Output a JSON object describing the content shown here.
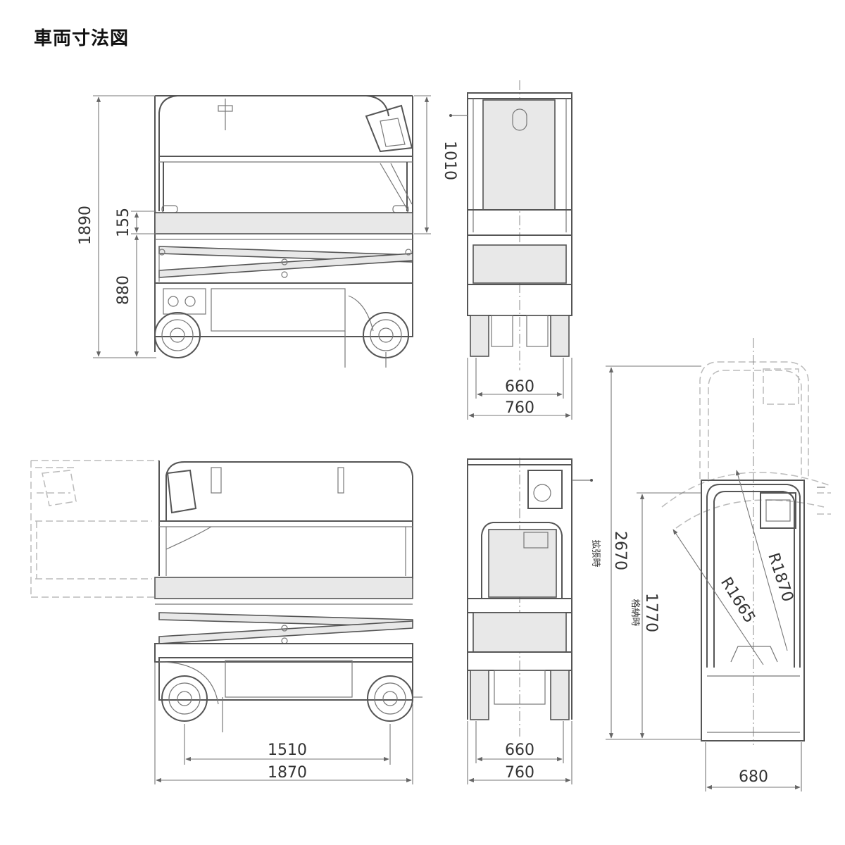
{
  "title": "車両寸法図",
  "dimensions": {
    "height_total": "1890",
    "guard_height": "1010",
    "step": "155",
    "platform_height": "880",
    "front_track": "660",
    "front_width": "760",
    "wheelbase": "1510",
    "overall_length": "1870",
    "rear_track": "660",
    "rear_width": "760",
    "extended_length": "2670",
    "extended_label": "拡張時",
    "stowed_length": "1770",
    "stowed_label": "格納時",
    "top_width": "680",
    "radius_outer": "R1870",
    "radius_inner": "R1665"
  }
}
